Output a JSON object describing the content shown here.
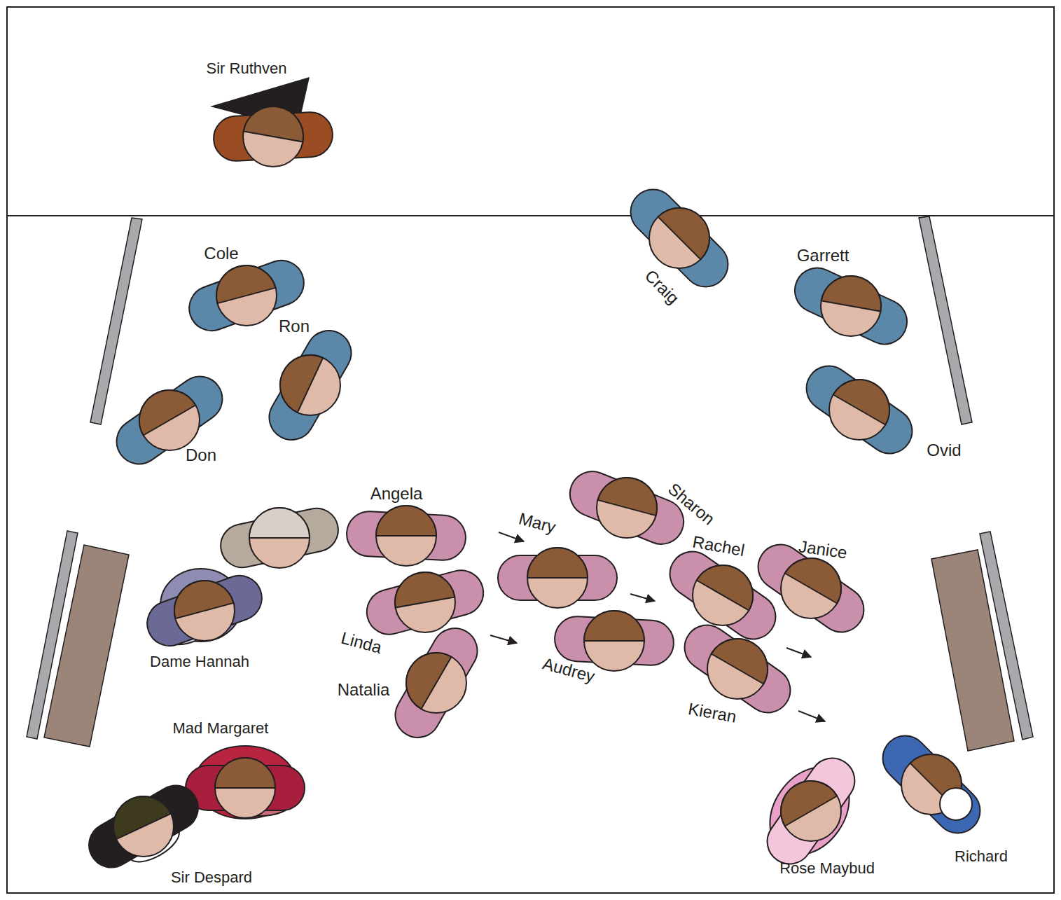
{
  "diagram": {
    "nodes": [
      {
        "text": [
          "Sir Ruthven"
        ]
      },
      {
        "text": [
          "Cole"
        ]
      },
      {
        "text": [
          "Craig"
        ]
      },
      {
        "text": [
          "Garrett"
        ]
      },
      {
        "text": [
          "Ron"
        ]
      },
      {
        "text": [
          "Don"
        ]
      },
      {
        "text": [
          "Ovid"
        ]
      },
      {
        "text": [
          "Angela"
        ]
      },
      {
        "text": [
          "Mary"
        ]
      },
      {
        "text": [
          "Sharon"
        ]
      },
      {
        "text": [
          "Rachel"
        ]
      },
      {
        "text": [
          "Janice"
        ]
      },
      {
        "text": [
          "Dame Hannah"
        ]
      },
      {
        "text": [
          "Linda"
        ]
      },
      {
        "text": [
          "Audrey"
        ]
      },
      {
        "text": [
          "Kieran"
        ]
      },
      {
        "text": [
          "Natalia"
        ]
      },
      {
        "text": [
          "Mad Margaret"
        ]
      },
      {
        "text": [
          "Rose Maybud"
        ]
      },
      {
        "text": [
          "Richard"
        ]
      },
      {
        "text": [
          "Sir Despard"
        ]
      }
    ]
  }
}
